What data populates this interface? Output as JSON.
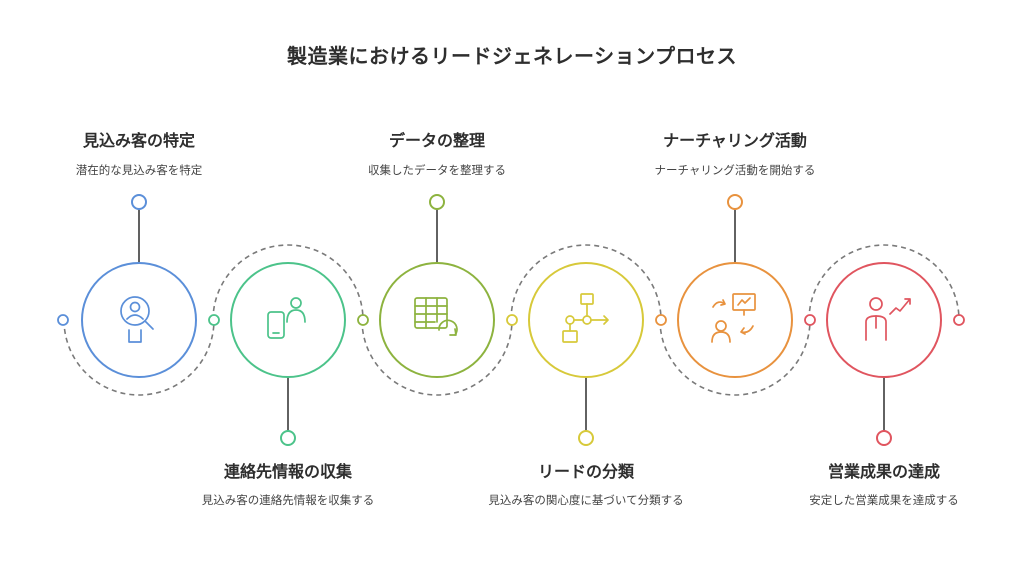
{
  "title": "製造業におけるリードジェネレーションプロセス",
  "steps": [
    {
      "title": "見込み客の特定",
      "description": "潜在的な見込み客を特定",
      "color": "#5B8FD9",
      "icon": "magnifier-person-icon",
      "label_position": "top"
    },
    {
      "title": "連絡先情報の収集",
      "description": "見込み客の連絡先情報を収集する",
      "color": "#4CC38A",
      "icon": "phone-person-icon",
      "label_position": "bottom"
    },
    {
      "title": "データの整理",
      "description": "収集したデータを整理する",
      "color": "#8DB33F",
      "icon": "table-refresh-icon",
      "label_position": "top"
    },
    {
      "title": "リードの分類",
      "description": "見込み客の関心度に基づいて分類する",
      "color": "#D7C93A",
      "icon": "flowchart-icon",
      "label_position": "bottom"
    },
    {
      "title": "ナーチャリング活動",
      "description": "ナーチャリング活動を開始する",
      "color": "#E8923E",
      "icon": "presentation-person-icon",
      "label_position": "top"
    },
    {
      "title": "営業成果の達成",
      "description": "安定した営業成果を達成する",
      "color": "#E0555F",
      "icon": "person-growth-icon",
      "label_position": "bottom"
    }
  ]
}
